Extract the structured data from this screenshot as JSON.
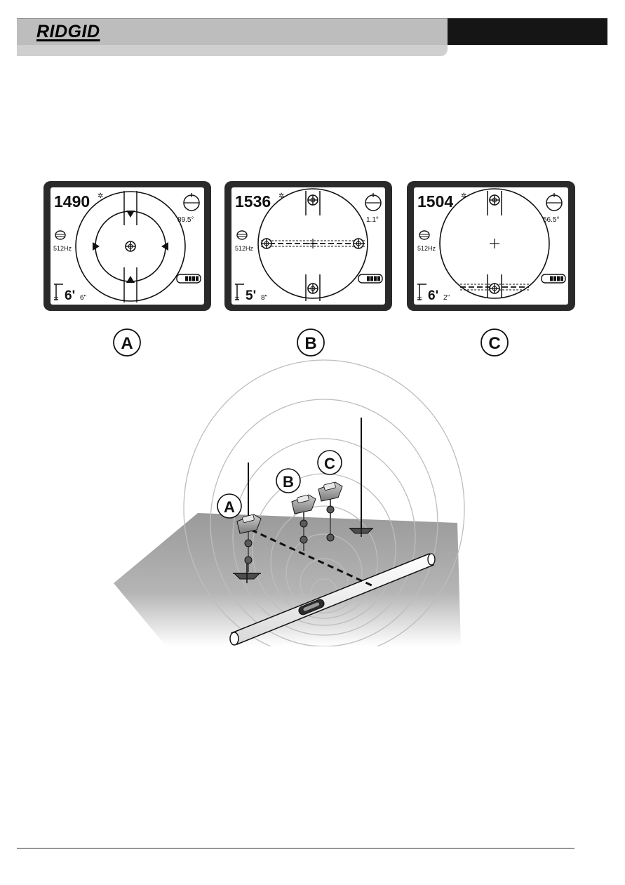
{
  "header": {
    "brand": "RIDGID"
  },
  "figure": {
    "screens": [
      {
        "id": "A",
        "signal": "1490",
        "angle": "89.5°",
        "frequency": "512Hz",
        "depth_main": "6'",
        "depth_sub": "6\""
      },
      {
        "id": "B",
        "signal": "1536",
        "angle": "1.1°",
        "frequency": "512Hz",
        "depth_main": "5'",
        "depth_sub": "8\""
      },
      {
        "id": "C",
        "signal": "1504",
        "angle": "56.5°",
        "frequency": "512Hz",
        "depth_main": "6'",
        "depth_sub": "2\""
      }
    ],
    "screen_labels": [
      "A",
      "B",
      "C"
    ],
    "scene_labels": [
      "A",
      "B",
      "C"
    ]
  }
}
